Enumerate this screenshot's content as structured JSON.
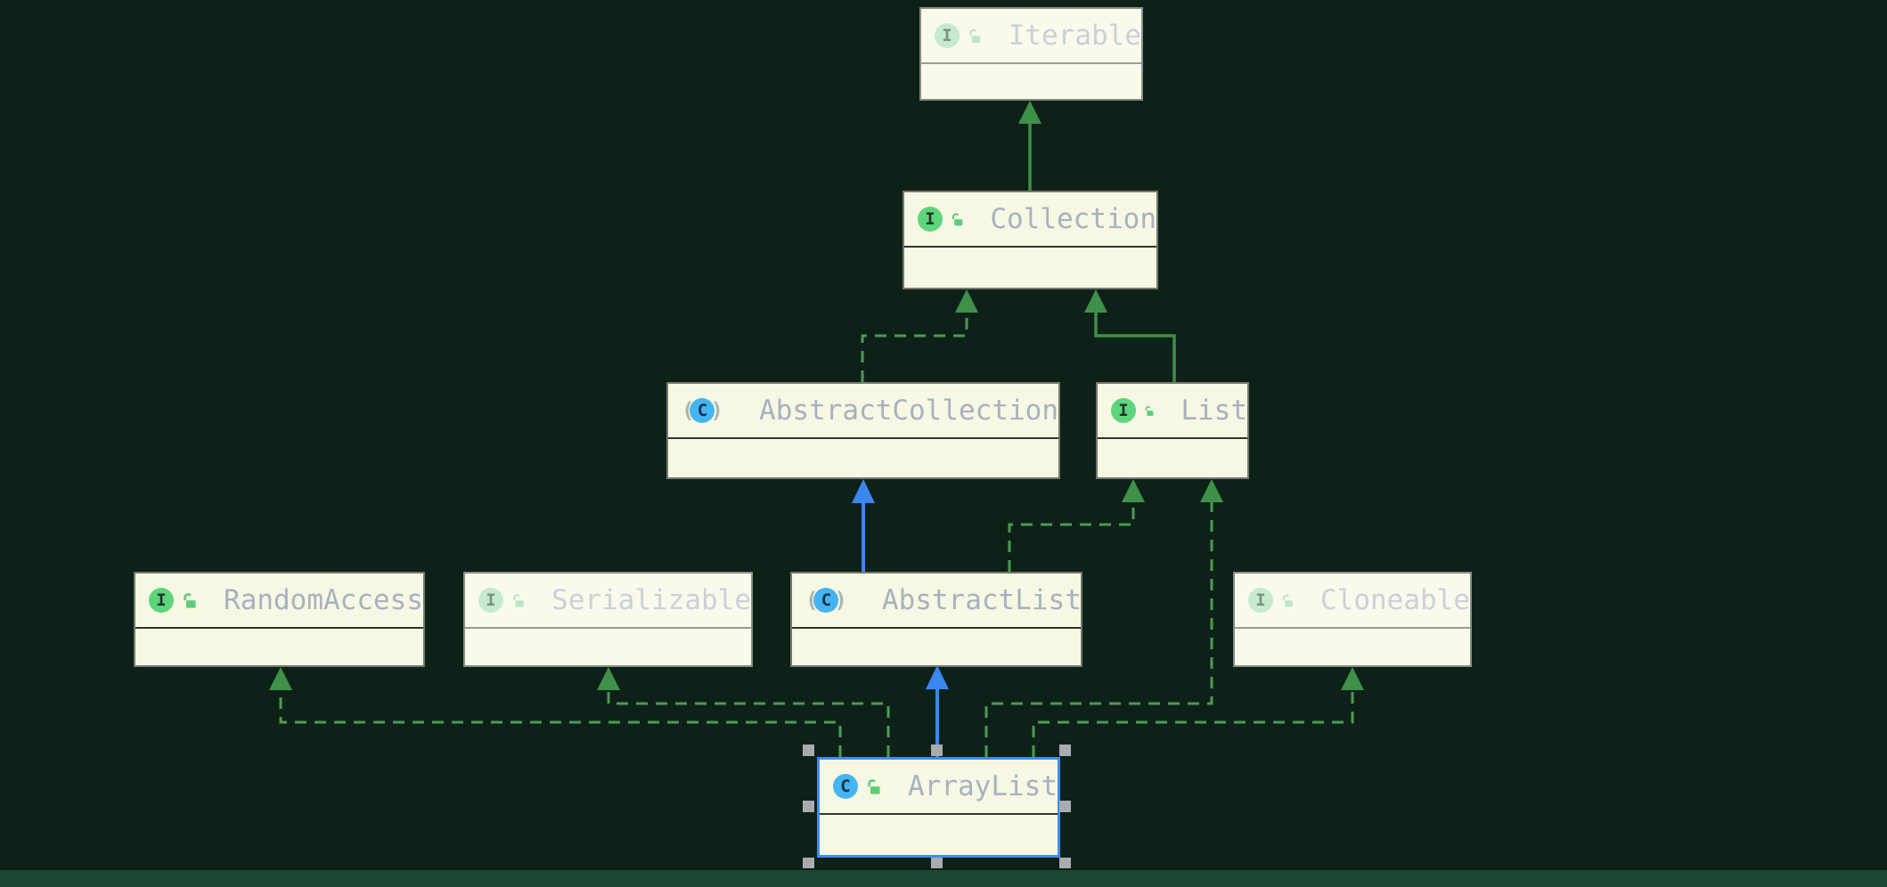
{
  "diagram": {
    "kind": "uml-class-diagram",
    "background_color": "#0E2119",
    "nodes": [
      {
        "id": "iterable",
        "label": "Iterable",
        "type": "interface",
        "icon_letter": "I",
        "lock_icon": "unlocked-padlock",
        "faded": true,
        "selected": false
      },
      {
        "id": "collection",
        "label": "Collection",
        "type": "interface",
        "icon_letter": "I",
        "lock_icon": "unlocked-padlock",
        "faded": false,
        "selected": false
      },
      {
        "id": "abstract-collection",
        "label": "AbstractCollection",
        "type": "abstract-class",
        "icon_letter": "C",
        "lock_icon": "unlocked-padlock",
        "faded": false,
        "selected": false
      },
      {
        "id": "list",
        "label": "List",
        "type": "interface",
        "icon_letter": "I",
        "lock_icon": "unlocked-padlock",
        "faded": false,
        "selected": false
      },
      {
        "id": "random-access",
        "label": "RandomAccess",
        "type": "interface",
        "icon_letter": "I",
        "lock_icon": "unlocked-padlock",
        "faded": false,
        "selected": false
      },
      {
        "id": "serializable",
        "label": "Serializable",
        "type": "interface",
        "icon_letter": "I",
        "lock_icon": "unlocked-padlock",
        "faded": true,
        "selected": false
      },
      {
        "id": "abstract-list",
        "label": "AbstractList",
        "type": "abstract-class",
        "icon_letter": "C",
        "lock_icon": "unlocked-padlock",
        "faded": false,
        "selected": false
      },
      {
        "id": "cloneable",
        "label": "Cloneable",
        "type": "interface",
        "icon_letter": "I",
        "lock_icon": "unlocked-padlock",
        "faded": true,
        "selected": false
      },
      {
        "id": "array-list",
        "label": "ArrayList",
        "type": "class",
        "icon_letter": "C",
        "lock_icon": "unlocked-padlock",
        "faded": false,
        "selected": true
      }
    ],
    "edges": [
      {
        "from": "Collection",
        "to": "Iterable",
        "relation": "extends",
        "style": "solid",
        "color": "#3F9049"
      },
      {
        "from": "AbstractCollection",
        "to": "Collection",
        "relation": "implements",
        "style": "dashed",
        "color": "#4C9B52"
      },
      {
        "from": "List",
        "to": "Collection",
        "relation": "extends",
        "style": "solid",
        "color": "#3F9049"
      },
      {
        "from": "AbstractList",
        "to": "AbstractCollection",
        "relation": "extends",
        "style": "solid",
        "color": "#3B87F0"
      },
      {
        "from": "AbstractList",
        "to": "List",
        "relation": "implements",
        "style": "dashed",
        "color": "#4C9B52"
      },
      {
        "from": "ArrayList",
        "to": "AbstractList",
        "relation": "extends",
        "style": "solid",
        "color": "#3B87F0"
      },
      {
        "from": "ArrayList",
        "to": "RandomAccess",
        "relation": "implements",
        "style": "dashed",
        "color": "#4C9B52"
      },
      {
        "from": "ArrayList",
        "to": "Serializable",
        "relation": "implements",
        "style": "dashed",
        "color": "#4C9B52"
      },
      {
        "from": "ArrayList",
        "to": "List",
        "relation": "implements",
        "style": "dashed",
        "color": "#4C9B52"
      },
      {
        "from": "ArrayList",
        "to": "Cloneable",
        "relation": "implements",
        "style": "dashed",
        "color": "#4C9B52"
      }
    ],
    "selection": {
      "selected_node": "ArrayList",
      "handle_count": 8
    }
  },
  "colors": {
    "node_background": "#F7F8E3",
    "node_background_faded": "#FAFAEC",
    "node_border": "#72796E",
    "label_text": "#A8B1BF",
    "label_text_faded": "#CBD0D7",
    "interface_icon_green": "#5ED47D",
    "class_icon_blue": "#44B5F2",
    "padlock_green": "#5ECB7B",
    "edge_green": "#3F9049",
    "edge_blue": "#3B87F0",
    "selection_blue": "#3F8DF3",
    "handle_gray": "#A8ACAF",
    "bottom_bar_green": "#1A4733"
  }
}
